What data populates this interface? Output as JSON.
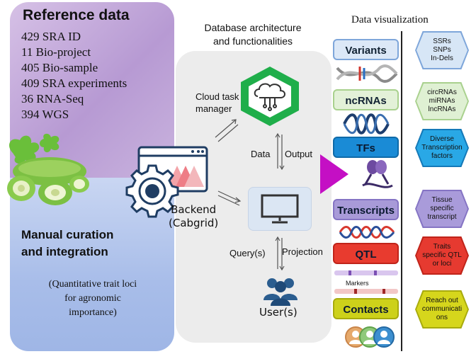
{
  "reference": {
    "title": "Reference data",
    "lines": [
      "429 SRA ID",
      "11 Bio-project",
      "405 Bio-sample",
      "409 SRA experiments",
      "36 RNA-Seq",
      "394 WGS"
    ]
  },
  "manual": {
    "title_line1": "Manual curation",
    "title_line2": "and integration",
    "desc_line1": "(Quantitative trait loci",
    "desc_line2": "for agronomic",
    "desc_line3": "importance)"
  },
  "architecture": {
    "title_line1": "Database architecture",
    "title_line2": "and functionalities",
    "cloud_line1": "Cloud task",
    "cloud_line2": "manager",
    "data_label": "Data",
    "output_label": "Output",
    "backend_line1": "Backend",
    "backend_line2": "(Cabgrid)",
    "query_label": "Query(s)",
    "projection_label": "Projection",
    "users_label": "User(s)"
  },
  "visualization": {
    "title": "Data visualization",
    "categories": [
      {
        "label": "Variants",
        "hex_lines": [
          "SSRs",
          "SNPs",
          "In-Dels"
        ]
      },
      {
        "label": "ncRNAs",
        "hex_lines": [
          "circRNAs",
          "miRNAs",
          "lncRNAs"
        ]
      },
      {
        "label": "TFs",
        "hex_lines": [
          "Diverse",
          "Transcription",
          "factors"
        ]
      },
      {
        "label": "Transcripts",
        "hex_lines": [
          "Tissue",
          "specific",
          "transcript"
        ]
      },
      {
        "label": "QTL",
        "hex_lines": [
          "Traits",
          "specific QTL",
          "or loci"
        ]
      },
      {
        "label": "Contacts",
        "hex_lines": [
          "Reach out",
          "communicati",
          "ons"
        ]
      }
    ],
    "markers_label": "Markers"
  },
  "colors": {
    "variants_pill": "#dce8f7",
    "variants_hex": "#d7e6f6",
    "ncrnas_pill": "#e3f1d8",
    "ncrnas_hex": "#dff0d3",
    "tfs_pill": "#1a8bd6",
    "tfs_hex": "#29a8e6",
    "transcripts_pill": "#a89ad8",
    "transcripts_hex": "#a99bda",
    "qtl_pill": "#e83b2f",
    "qtl_hex": "#e63a30",
    "contacts_pill": "#cdd11a",
    "contacts_hex": "#d6d61c",
    "cloud_hex": "#1fae4a",
    "triangle": "#c40fc4"
  }
}
